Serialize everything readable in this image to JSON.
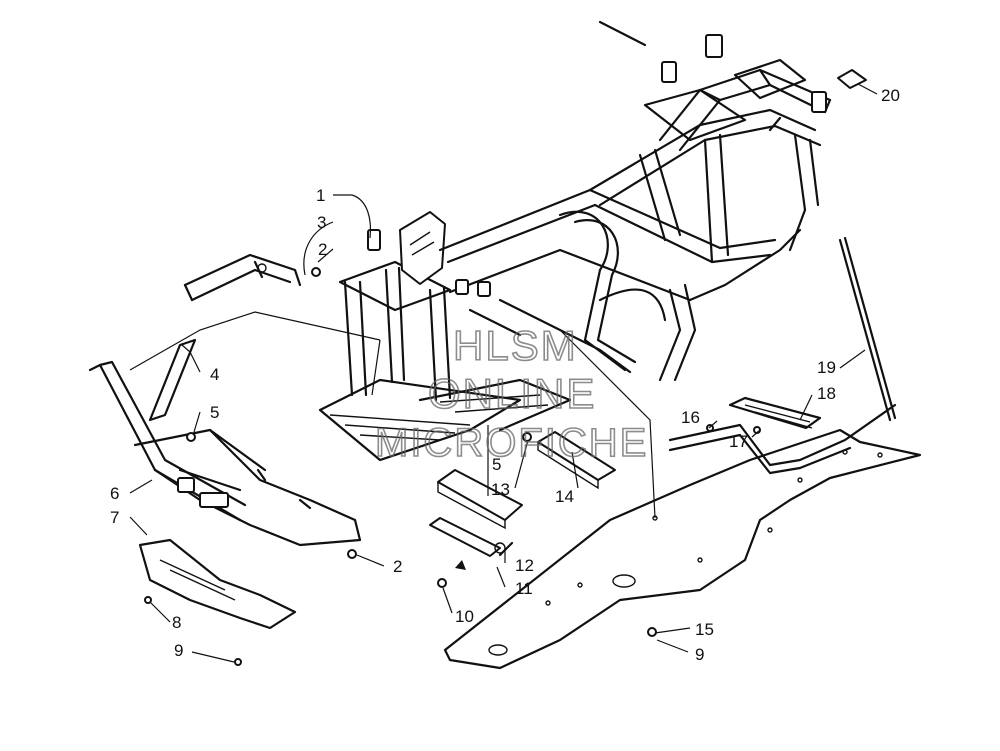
{
  "diagram": {
    "callouts": [
      {
        "id": "c1",
        "label": "1"
      },
      {
        "id": "c2a",
        "label": "2"
      },
      {
        "id": "c3",
        "label": "3"
      },
      {
        "id": "c4",
        "label": "4"
      },
      {
        "id": "c5a",
        "label": "5"
      },
      {
        "id": "c5b",
        "label": "5"
      },
      {
        "id": "c6",
        "label": "6"
      },
      {
        "id": "c7",
        "label": "7"
      },
      {
        "id": "c8",
        "label": "8"
      },
      {
        "id": "c9a",
        "label": "9"
      },
      {
        "id": "c2b",
        "label": "2"
      },
      {
        "id": "c10",
        "label": "10"
      },
      {
        "id": "c11",
        "label": "11"
      },
      {
        "id": "c12",
        "label": "12"
      },
      {
        "id": "c13",
        "label": "13"
      },
      {
        "id": "c14",
        "label": "14"
      },
      {
        "id": "c15",
        "label": "15"
      },
      {
        "id": "c9b",
        "label": "9"
      },
      {
        "id": "c16",
        "label": "16"
      },
      {
        "id": "c17",
        "label": "17"
      },
      {
        "id": "c18",
        "label": "18"
      },
      {
        "id": "c19",
        "label": "19"
      },
      {
        "id": "c20",
        "label": "20"
      }
    ],
    "watermark": {
      "line1": "HLSM",
      "line2": "ONLINE",
      "line3": "MICROFICHE"
    }
  }
}
